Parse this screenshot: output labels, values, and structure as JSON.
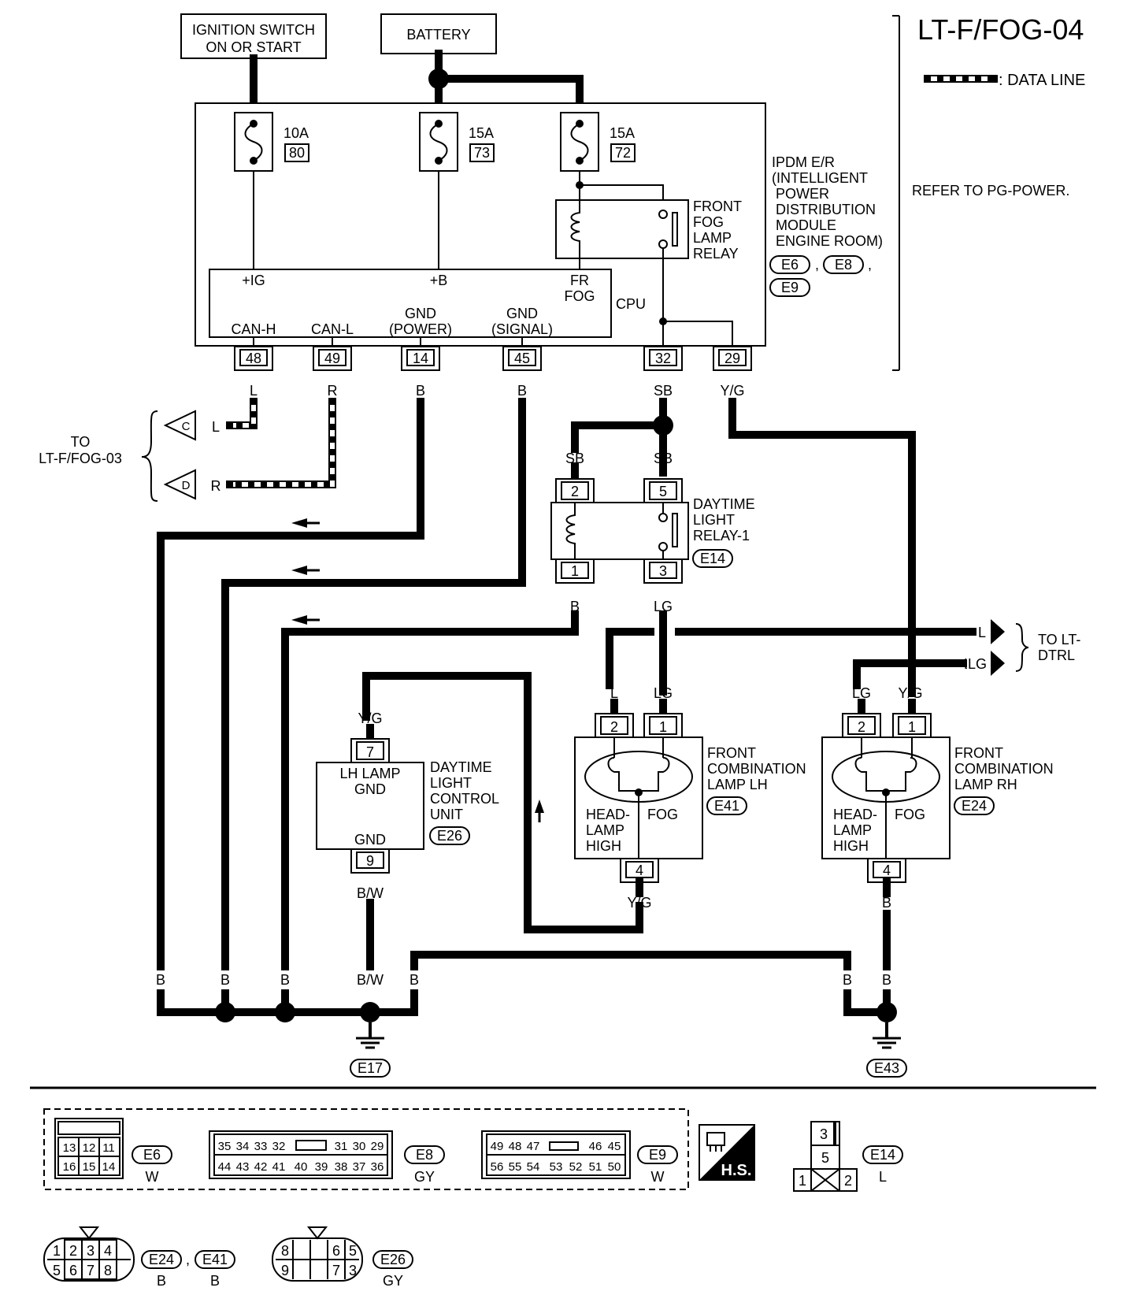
{
  "title": "LT-F/FOG-04",
  "legend": {
    "data_line": ": DATA LINE"
  },
  "sources": {
    "ignition": [
      "IGNITION SWITCH",
      "ON OR START"
    ],
    "battery": "BATTERY"
  },
  "refer_note": "REFER TO PG-POWER.",
  "ipdm": {
    "label_lines": [
      "IPDM E/R",
      "(INTELLIGENT",
      "POWER",
      "DISTRIBUTION",
      "MODULE",
      "ENGINE ROOM)"
    ],
    "connectors": [
      "E6",
      "E8",
      "E9"
    ],
    "fuses": [
      {
        "amp": "10A",
        "num": "80"
      },
      {
        "amp": "15A",
        "num": "73"
      },
      {
        "amp": "15A",
        "num": "72"
      }
    ],
    "relay_lines": [
      "FRONT",
      "FOG",
      "LAMP",
      "RELAY"
    ],
    "cpu": "CPU",
    "cpu_terms": {
      "ig": "+IG",
      "b": "+B",
      "frfog1": "FR",
      "frfog2": "FOG",
      "canh": "CAN-H",
      "canl": "CAN-L",
      "gndp1": "GND",
      "gndp2": "(POWER)",
      "gnds1": "GND",
      "gnds2": "(SIGNAL)"
    },
    "pins": [
      "48",
      "49",
      "14",
      "45",
      "32",
      "29"
    ]
  },
  "wires": {
    "l": "L",
    "r": "R",
    "b": "B",
    "sb": "SB",
    "yg": "Y/G",
    "lg": "LG",
    "bw": "B/W"
  },
  "to_fog03": {
    "label": [
      "TO",
      "LT-F/FOG-03"
    ],
    "c": "C",
    "d": "D"
  },
  "relay1": {
    "label": [
      "DAYTIME",
      "LIGHT",
      "RELAY-1"
    ],
    "conn": "E14",
    "pins": [
      "2",
      "5",
      "1",
      "3"
    ]
  },
  "to_dtrl": {
    "label": [
      "TO LT-",
      "DTRL"
    ]
  },
  "dlcu": {
    "label": [
      "DAYTIME",
      "LIGHT",
      "CONTROL",
      "UNIT"
    ],
    "conn": "E26",
    "inside1": "LH LAMP",
    "inside2": "GND",
    "inside3": "GND",
    "pins": [
      "7",
      "9"
    ]
  },
  "lamp_lh": {
    "label": [
      "FRONT",
      "COMBINATION",
      "LAMP LH"
    ],
    "conn": "E41",
    "head": [
      "HEAD-",
      "LAMP",
      "HIGH"
    ],
    "fog": "FOG",
    "pins": [
      "2",
      "1",
      "4"
    ]
  },
  "lamp_rh": {
    "label": [
      "FRONT",
      "COMBINATION",
      "LAMP RH"
    ],
    "conn": "E24",
    "head": [
      "HEAD-",
      "LAMP",
      "HIGH"
    ],
    "fog": "FOG",
    "pins": [
      "2",
      "1",
      "4"
    ]
  },
  "grounds": [
    "E17",
    "E43"
  ],
  "connector_views": {
    "e6": {
      "name": "E6",
      "color": "W",
      "row1": [
        "13",
        "12",
        "11"
      ],
      "row2": [
        "16",
        "15",
        "14"
      ]
    },
    "e8": {
      "name": "E8",
      "color": "GY",
      "row1a": [
        "35",
        "34",
        "33",
        "32"
      ],
      "row1b": [
        "31",
        "30",
        "29"
      ],
      "row2": [
        "44",
        "43",
        "42",
        "41",
        "40",
        "39",
        "38",
        "37",
        "36"
      ]
    },
    "e9": {
      "name": "E9",
      "color": "W",
      "row1a": [
        "49",
        "48",
        "47"
      ],
      "row1b": [
        "46",
        "45"
      ],
      "row2": [
        "56",
        "55",
        "54",
        "53",
        "52",
        "51",
        "50"
      ]
    },
    "hs": "H.S.",
    "e14": {
      "name": "E14",
      "color": "L",
      "cells": [
        "3",
        "5",
        "1",
        "2"
      ]
    },
    "e24e41": {
      "names": [
        "E24",
        "E41"
      ],
      "colors": [
        "B",
        "B"
      ],
      "row1": [
        "1",
        "2",
        "3",
        "4"
      ],
      "row2": [
        "5",
        "6",
        "7",
        "8"
      ]
    },
    "e26": {
      "name": "E26",
      "color": "GY",
      "row1": [
        "8",
        "6",
        "5"
      ],
      "row2": [
        "9",
        "7",
        "3"
      ]
    }
  }
}
